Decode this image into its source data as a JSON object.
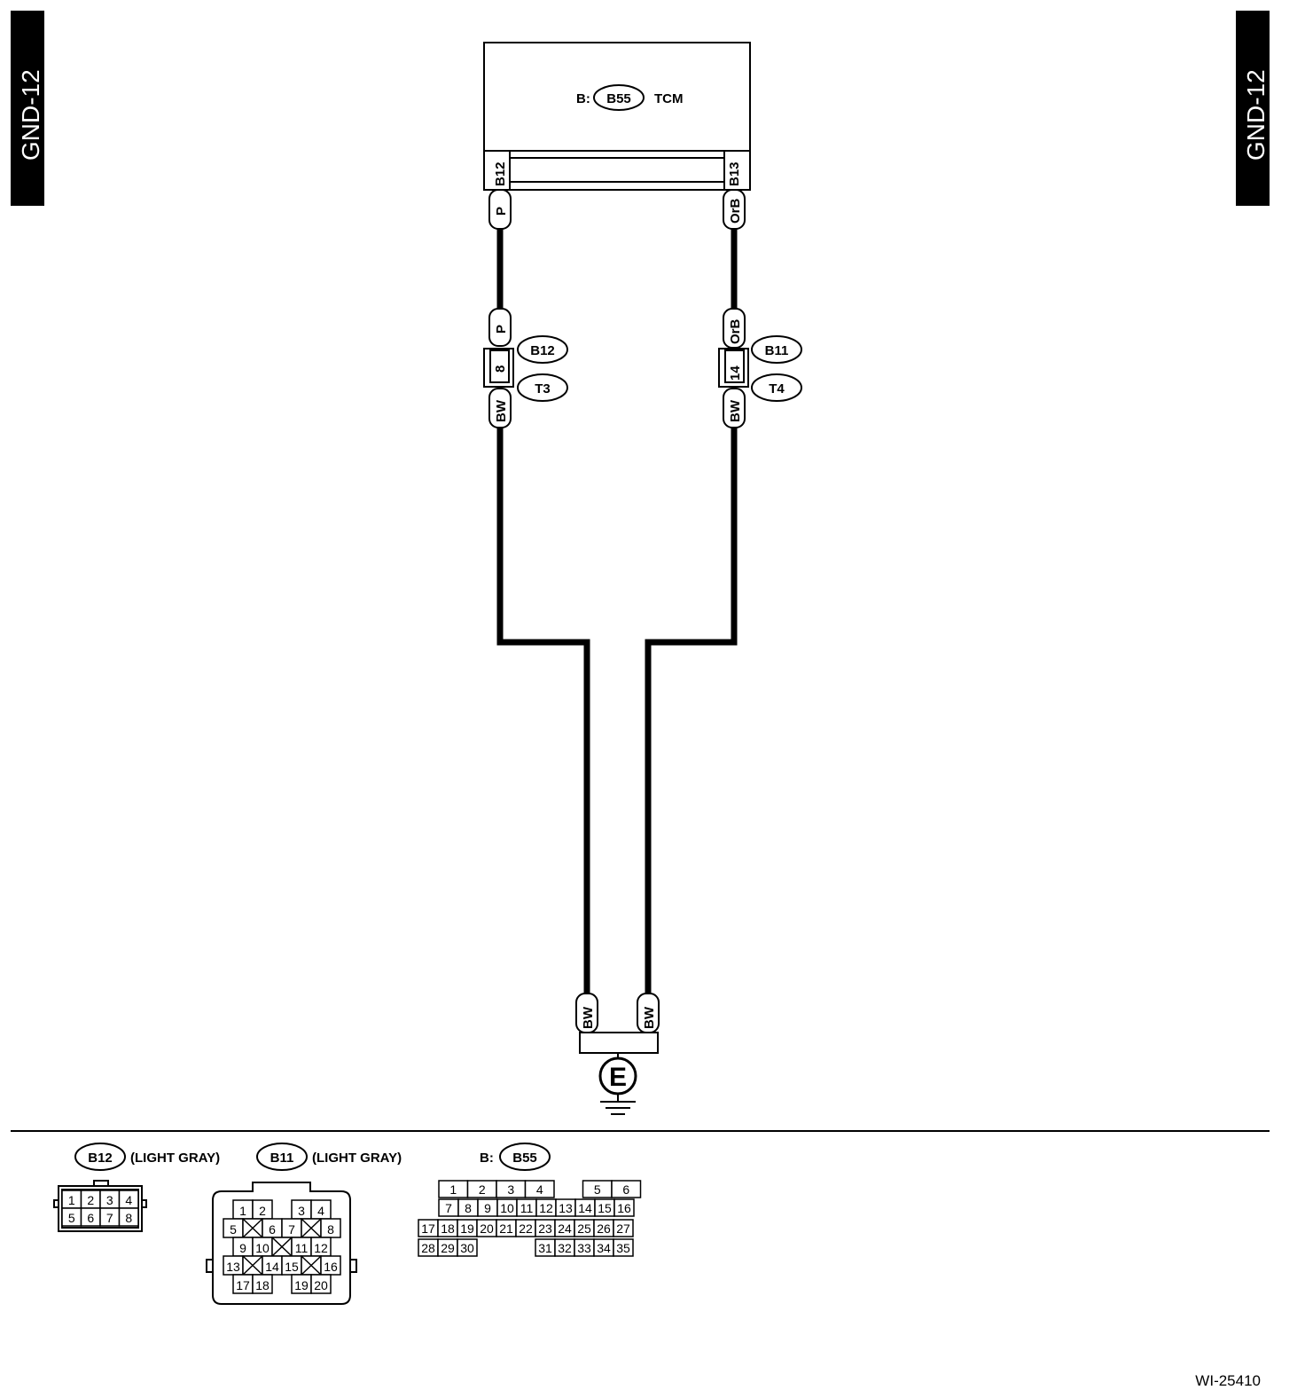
{
  "page_tab": "GND-12",
  "ecu": {
    "prefix": "B:",
    "connector": "B55",
    "name": "TCM"
  },
  "ecu_terminals": {
    "left": "B12",
    "right": "B13"
  },
  "wires": {
    "left": {
      "top_color": "P",
      "bottom_color": "BW",
      "pin": "8",
      "connector": "B12",
      "terminal": "T3"
    },
    "right": {
      "top_color": "OrB",
      "bottom_color": "BW",
      "pin": "14",
      "connector": "B11",
      "terminal": "T4"
    }
  },
  "ground": {
    "label": "E",
    "wire_left": "BW",
    "wire_right": "BW"
  },
  "legend": {
    "b12": {
      "name": "B12",
      "desc": "(LIGHT GRAY)",
      "rows": [
        [
          "1",
          "2",
          "3",
          "4"
        ],
        [
          "5",
          "6",
          "7",
          "8"
        ]
      ]
    },
    "b11": {
      "name": "B11",
      "desc": "(LIGHT GRAY)",
      "rows": [
        [
          "1",
          "2",
          "",
          "3",
          "4"
        ],
        [
          "5",
          "X",
          "6",
          "7",
          "X",
          "8"
        ],
        [
          "9",
          "10",
          "X",
          "11",
          "12"
        ],
        [
          "13",
          "X",
          "14",
          "15",
          "X",
          "16"
        ],
        [
          "17",
          "18",
          "",
          "19",
          "20"
        ]
      ]
    },
    "b55": {
      "prefix": "B:",
      "name": "B55",
      "row1": [
        "1",
        "2",
        "3",
        "4",
        "",
        "5",
        "6"
      ],
      "row2": [
        "7",
        "8",
        "9",
        "10",
        "11",
        "12",
        "13",
        "14",
        "15",
        "16"
      ],
      "row3": [
        "17",
        "18",
        "19",
        "20",
        "21",
        "22",
        "23",
        "24",
        "25",
        "26",
        "27"
      ],
      "row4a": [
        "28",
        "29",
        "30"
      ],
      "row4b": [
        "31",
        "32",
        "33",
        "34",
        "35"
      ]
    }
  },
  "figure_id": "WI-25410"
}
